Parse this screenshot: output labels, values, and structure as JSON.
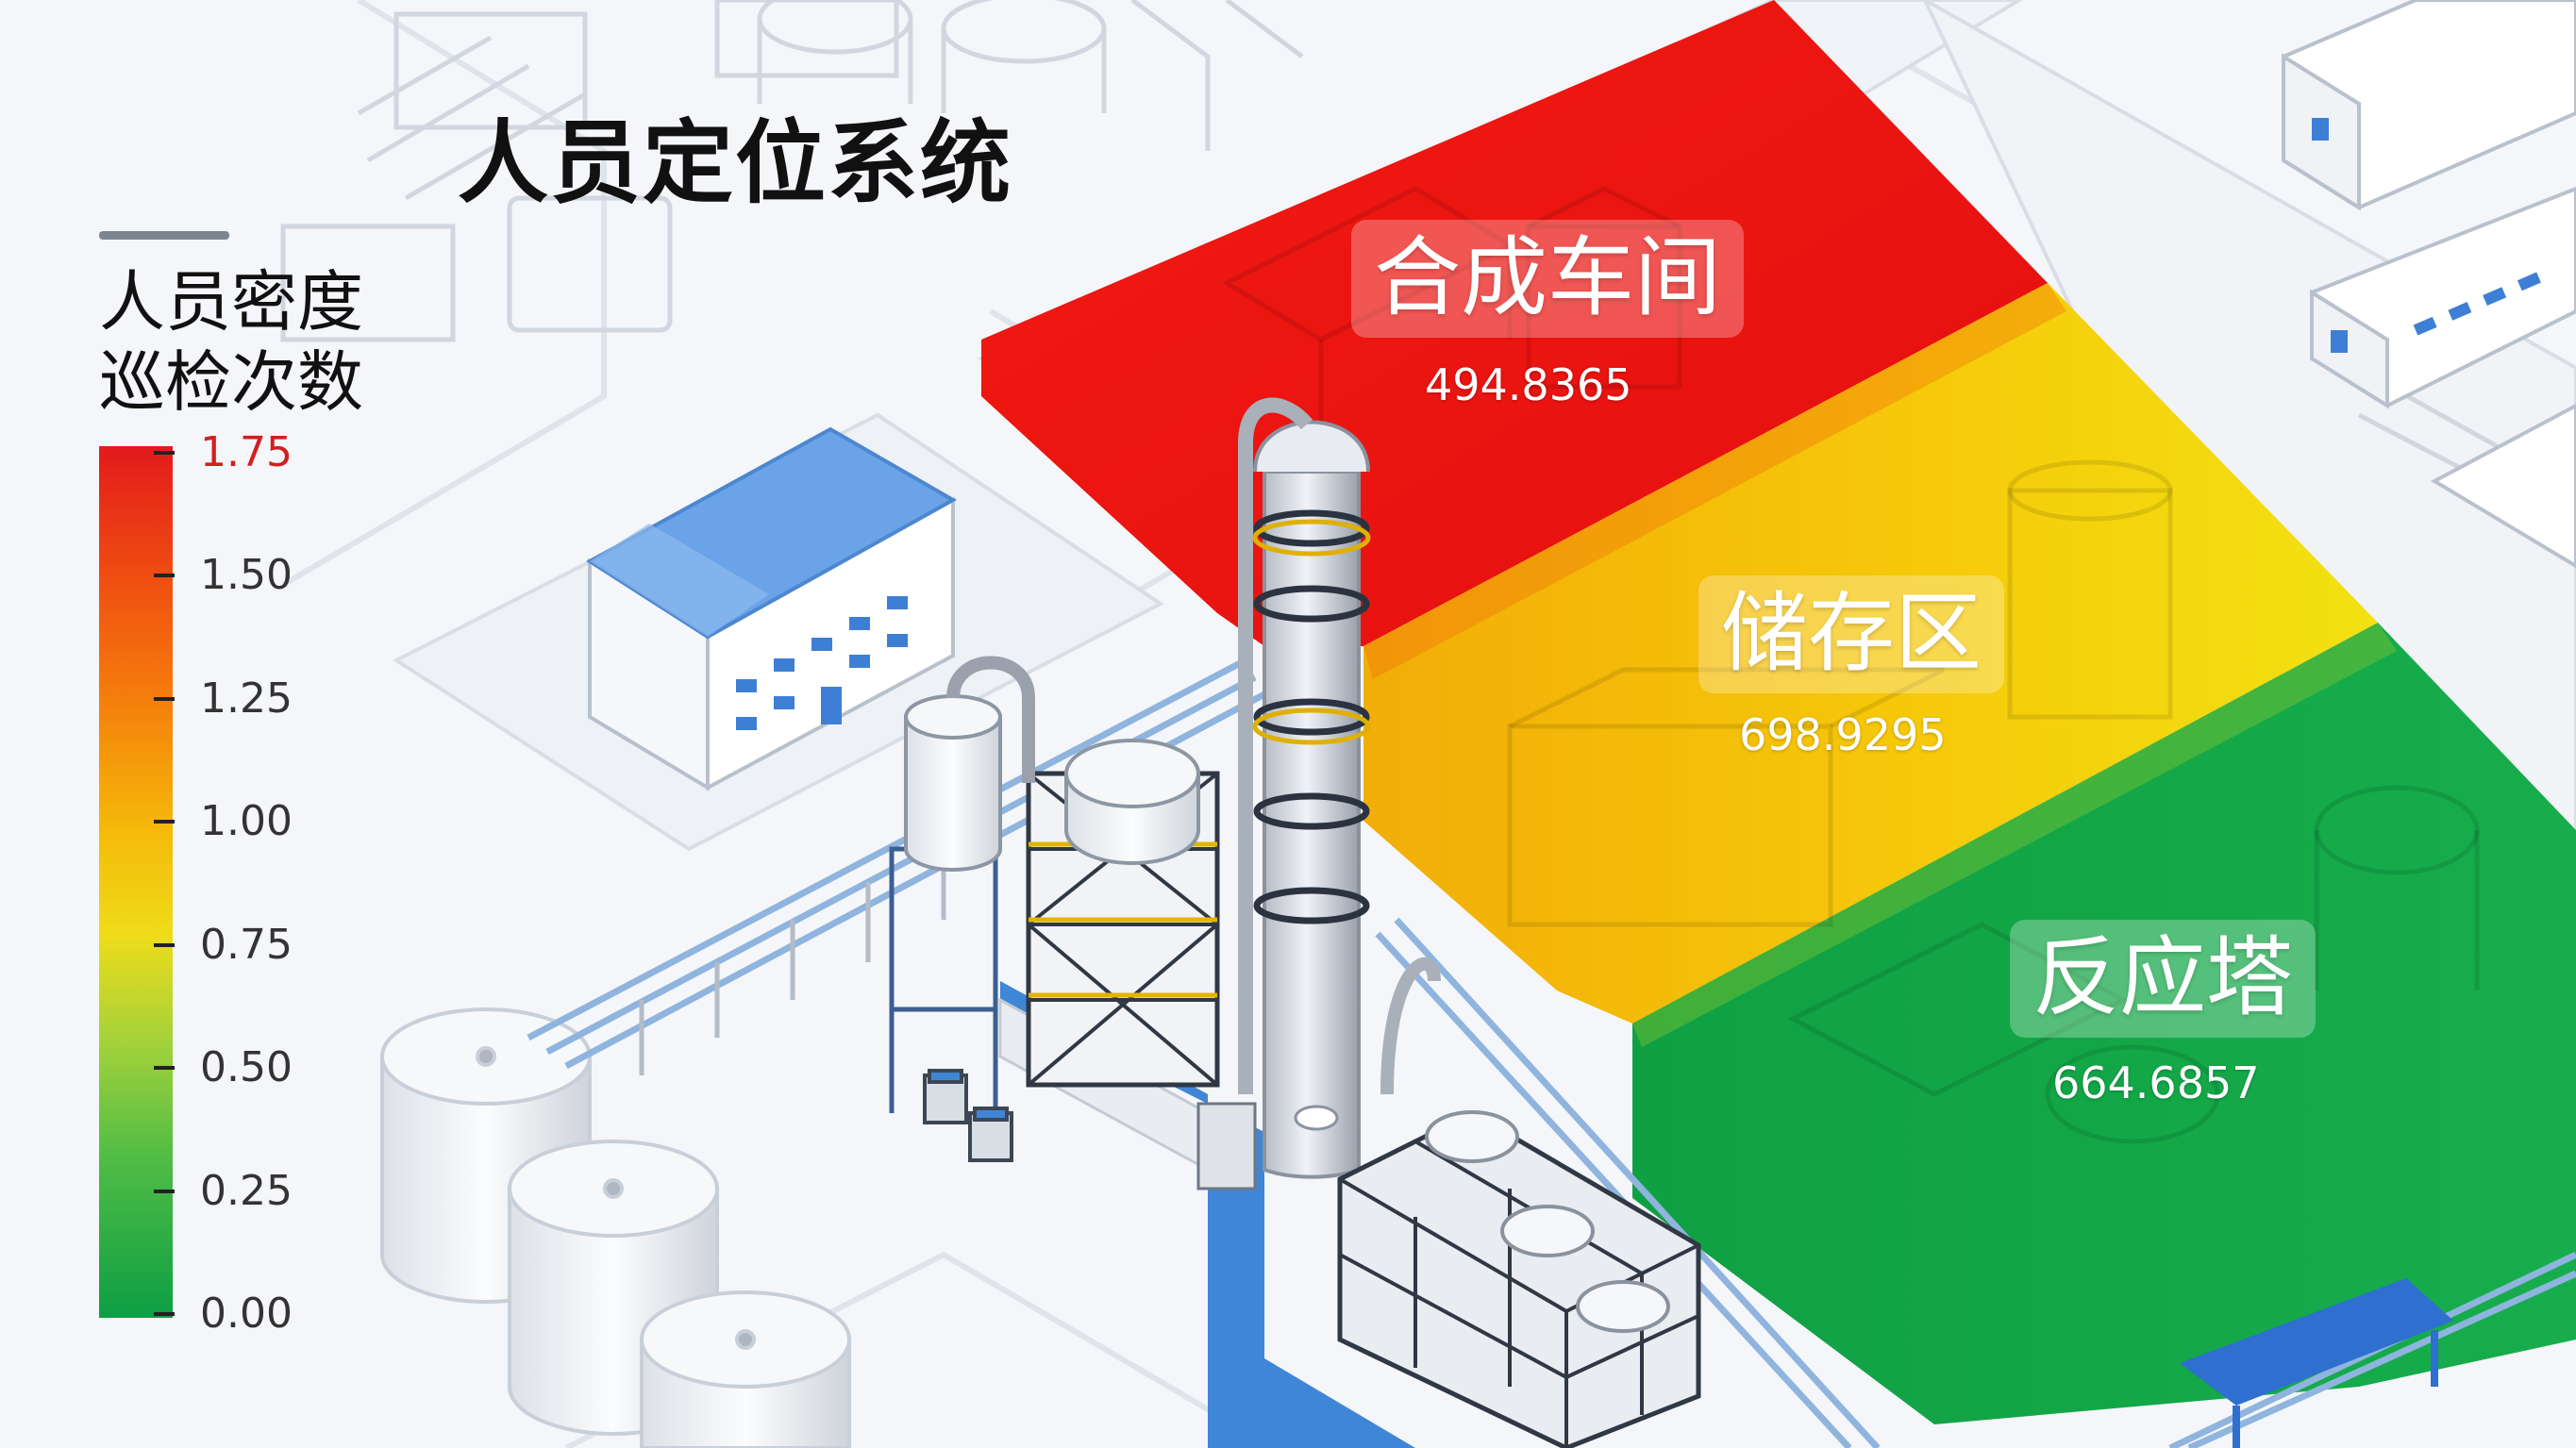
{
  "title": "人员定位系统",
  "legend": {
    "line1": "人员密度",
    "line2": "巡检次数",
    "ticks": [
      "1.75",
      "1.50",
      "1.25",
      "1.00",
      "0.75",
      "0.50",
      "0.25",
      "0.00"
    ],
    "colors": [
      "#e31a1c",
      "#f57a0c",
      "#f5b90a",
      "#efdc1a",
      "#a6d23a",
      "#4fbc45",
      "#0d9e44"
    ]
  },
  "zones": [
    {
      "name": "合成车间",
      "value": "494.8365",
      "color": "#e8100f"
    },
    {
      "name": "储存区",
      "value": "698.9295",
      "color": "#f4b700"
    },
    {
      "name": "反应塔",
      "value": "664.6857",
      "color": "#10a445"
    }
  ]
}
